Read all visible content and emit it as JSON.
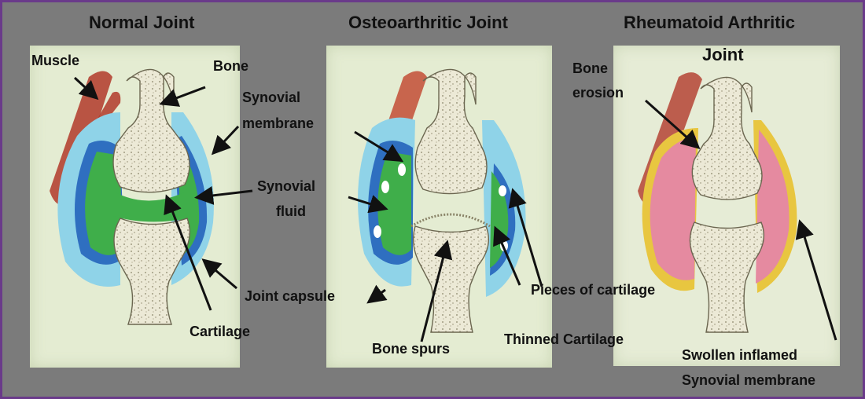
{
  "titles": {
    "normal": "Normal Joint",
    "osteo": "Osteoarthritic Joint",
    "rheum_line1": "Rheumatoid Arthritic",
    "rheum_line2": "Joint"
  },
  "labels": {
    "muscle": "Muscle",
    "bone": "Bone",
    "synovial_membrane_1": "Synovial",
    "synovial_membrane_2": "membrane",
    "synovial_fluid_1": "Synovial",
    "synovial_fluid_2": "fluid",
    "joint_capsule": "Joint capsule",
    "cartilage": "Cartilage",
    "bone_spurs": "Bone spurs",
    "thinned_cartilage": "Thinned Cartilage",
    "pieces_of_cartilage": "Pieces of cartilage",
    "bone_erosion_1": "Bone",
    "bone_erosion_2": "erosion",
    "swollen_1": "Swollen inflamed",
    "swollen_2": "Synovial membrane"
  },
  "colors": {
    "background": "#7b7b7b",
    "border": "#6a3a8a",
    "panel": "#e4ecd2",
    "muscle": "#b23a2a",
    "capsule": "#8fd3e8",
    "membrane": "#2f6fc0",
    "fluid": "#3fae4a",
    "inflamed": "#e58aa0",
    "yellow_rim": "#e8c640"
  }
}
